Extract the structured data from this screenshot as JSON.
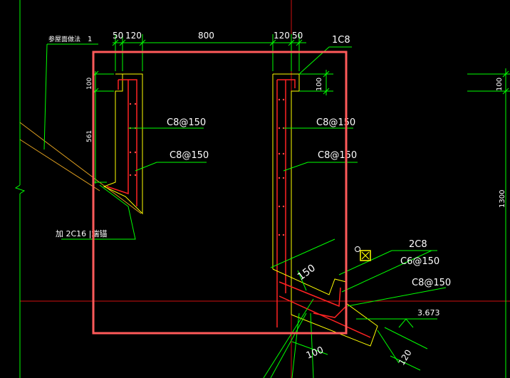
{
  "colors": {
    "background": "#000000",
    "dimension": "#00ff00",
    "wall_outline": "#ffff00",
    "rebar": "#ff2222",
    "selection_box": "#ff5a5a",
    "leader": "#00ff00",
    "grip": "#ffff00",
    "text_white": "#ffffff"
  },
  "icons": {
    "grip": "grip-marker-icon",
    "elevation": "elevation-marker-icon"
  },
  "dimensions": {
    "top_50_left": "50",
    "top_120_left": "120",
    "top_800": "800",
    "top_120_right": "120",
    "top_50_right": "50",
    "left_100": "100",
    "left_561": "561",
    "right_100": "100",
    "far_right_100": "100",
    "far_right_1300": "1300",
    "slab_150": "150",
    "bottom_100": "100",
    "bottom_120": "120"
  },
  "labels": {
    "roof_note": "参屋面做法",
    "roof_note_num": "1",
    "top_right_1c8": "1C8",
    "left_c8_150_a": "C8@150",
    "left_c8_150_b": "C8@150",
    "right_c8_150_a": "C8@150",
    "right_c8_150_b": "C8@150",
    "bottom_left_note": "加 2C16 |端锚",
    "slab_2c8": "2C8",
    "slab_c6_150": "C6@150",
    "slab_c8_150": "C8@150",
    "elevation": "3.673"
  }
}
